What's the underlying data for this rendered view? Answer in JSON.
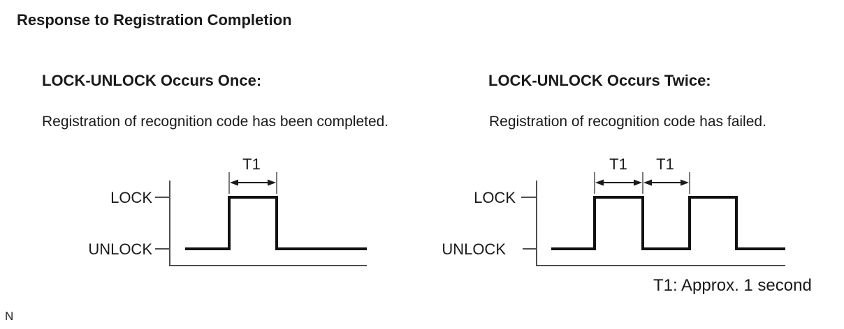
{
  "page": {
    "title": "Response to Registration Completion",
    "note": "T1: Approx. 1 second",
    "footer_char": "N"
  },
  "colors": {
    "background": "#ffffff",
    "text-color": "#1a1a1a",
    "axis-color": "#4f4f4f",
    "signal-color": "#111111",
    "dim-color": "#7a7a7a",
    "arrow-color": "#1a1a1a"
  },
  "panels": [
    {
      "heading": "LOCK-UNLOCK Occurs Once:",
      "description": "Registration of recognition code has been completed.",
      "y_axis_labels": {
        "high": "LOCK",
        "low": "UNLOCK"
      },
      "pulses": 1,
      "t1_labels": [
        "T1"
      ]
    },
    {
      "heading": "LOCK-UNLOCK Occurs Twice:",
      "description": "Registration of recognition code has failed.",
      "y_axis_labels": {
        "high": "LOCK",
        "low": "UNLOCK"
      },
      "pulses": 2,
      "t1_labels": [
        "T1",
        "T1"
      ]
    }
  ]
}
